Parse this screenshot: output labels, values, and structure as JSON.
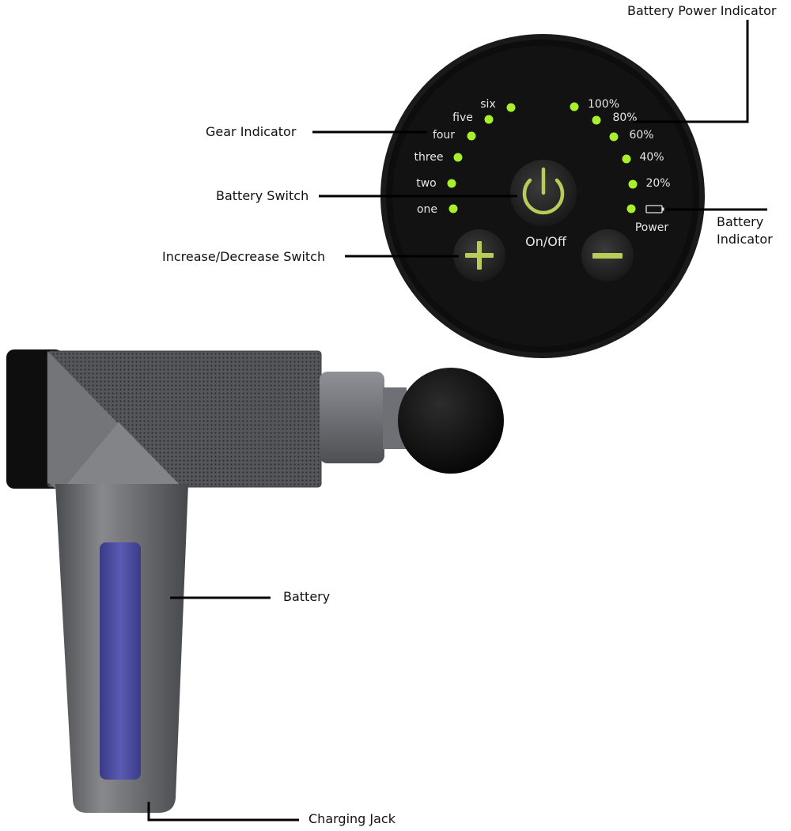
{
  "callouts": {
    "battery_power_indicator": "Battery Power Indicator",
    "gear_indicator": "Gear Indicator",
    "battery_switch": "Battery Switch",
    "increase_decrease_switch": "Increase/Decrease Switch",
    "battery_indicator": [
      "Battery",
      "Indicator"
    ],
    "battery": "Battery",
    "charging_jack": "Charging Jack"
  },
  "panel": {
    "gears": [
      "one",
      "two",
      "three",
      "four",
      "five",
      "six"
    ],
    "battery_levels": [
      "20%",
      "40%",
      "60%",
      "80%",
      "100%"
    ],
    "power_label": "Power",
    "on_off_label": "On/Off"
  },
  "icons": [
    "power-icon",
    "plus-icon",
    "minus-icon",
    "battery-icon"
  ],
  "colors": {
    "led_green": "#a8f02a",
    "button_glyph": "#b8cc5a",
    "panel_body": "#141414",
    "gun_body": "#6d6e72",
    "battery_window": "#4e4ea6"
  }
}
